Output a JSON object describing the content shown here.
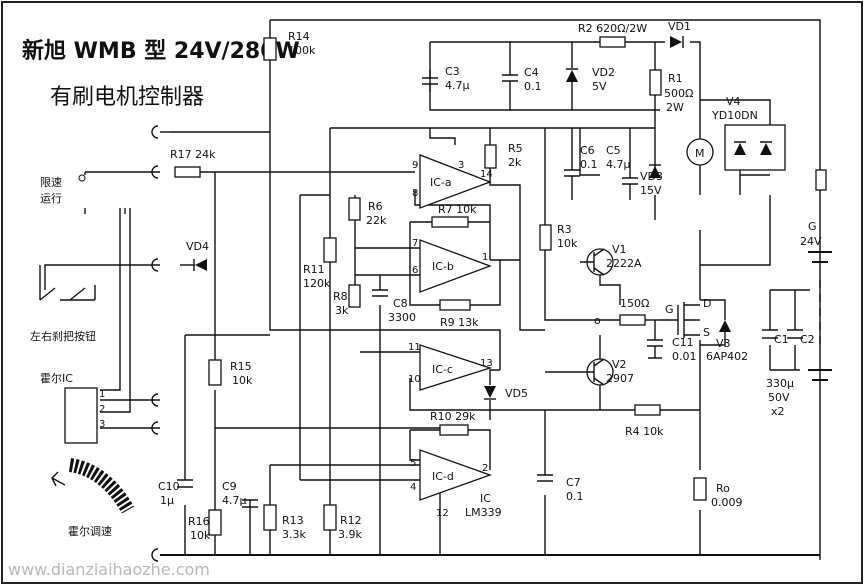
{
  "title": {
    "line1": "新旭 WMB 型 24V/280W",
    "line2": "有刷电机控制器"
  },
  "watermark": "www.dianziaihaozhe.com",
  "labels": {
    "speed_limit_switch": [
      "限速",
      "运行"
    ],
    "handlebar_button": "左右刹把按钮",
    "hall_ic": "霍尔IC",
    "hall_speed": "霍尔调速",
    "hall_pins": [
      "1",
      "2",
      "3"
    ]
  },
  "components": {
    "R1": [
      "R1",
      "500Ω",
      "2W"
    ],
    "R2": "R2  620Ω/2W",
    "R3": [
      "R3",
      "10k"
    ],
    "R4": "R4  10k",
    "R5": [
      "R5",
      "2k"
    ],
    "R6": [
      "R6",
      "22k"
    ],
    "R7": "R7  10k",
    "R8": [
      "R8",
      "3k"
    ],
    "R9": "R9  13k",
    "R10": "R10  29k",
    "R11": [
      "R11",
      "120k"
    ],
    "R12": [
      "R12",
      "3.9k"
    ],
    "R13": [
      "R13",
      "3.3k"
    ],
    "R14": [
      "R14",
      "100k"
    ],
    "R15": [
      "R15",
      "10k"
    ],
    "R16": [
      "R16",
      "10k"
    ],
    "R17": "R17  24k",
    "R150": "150Ω",
    "Ro": [
      "Ro",
      "0.009"
    ],
    "C1": "C1",
    "C2": "C2",
    "C12_value": [
      "330μ",
      "50V",
      "x2"
    ],
    "C3": [
      "C3",
      "4.7μ"
    ],
    "C4": [
      "C4",
      "0.1"
    ],
    "C5": [
      "C5",
      "4.7μ"
    ],
    "C6": [
      "C6",
      "0.1"
    ],
    "C7": [
      "C7",
      "0.1"
    ],
    "C8": [
      "C8",
      "3300"
    ],
    "C9": [
      "C9",
      "4.7μ"
    ],
    "C10": [
      "C10",
      "1μ"
    ],
    "C11": [
      "C11",
      "0.01"
    ],
    "VD1": "VD1",
    "VD2": [
      "VD2",
      "5V"
    ],
    "VD3": [
      "VD3",
      "15V"
    ],
    "VD4": "VD4",
    "VD5": "VD5",
    "V1": [
      "V1",
      "2222A"
    ],
    "V2": [
      "V2",
      "2907"
    ],
    "V3": [
      "V3",
      "6AP402"
    ],
    "V4": [
      "V4",
      "YD10DN"
    ],
    "battery": [
      "G",
      "24V"
    ],
    "motor": "M",
    "mosfet": {
      "g": "G",
      "d": "D",
      "s": "S"
    },
    "node_o": "o",
    "ic_a": "IC-a",
    "ic_b": "IC-b",
    "ic_c": "IC-c",
    "ic_d": "IC-d",
    "ic_name": [
      "IC",
      "LM339"
    ],
    "pins": {
      "a_in_plus": "9",
      "a_in_minus": "8",
      "a_vcc": "3",
      "a_out": "14",
      "b_in_plus": "7",
      "b_in_minus": "6",
      "b_out": "1",
      "c_in_plus": "11",
      "c_in_minus": "10",
      "c_out": "13",
      "d_in_plus": "5",
      "d_in_minus": "4",
      "d_out": "2",
      "d_gnd": "12"
    }
  }
}
